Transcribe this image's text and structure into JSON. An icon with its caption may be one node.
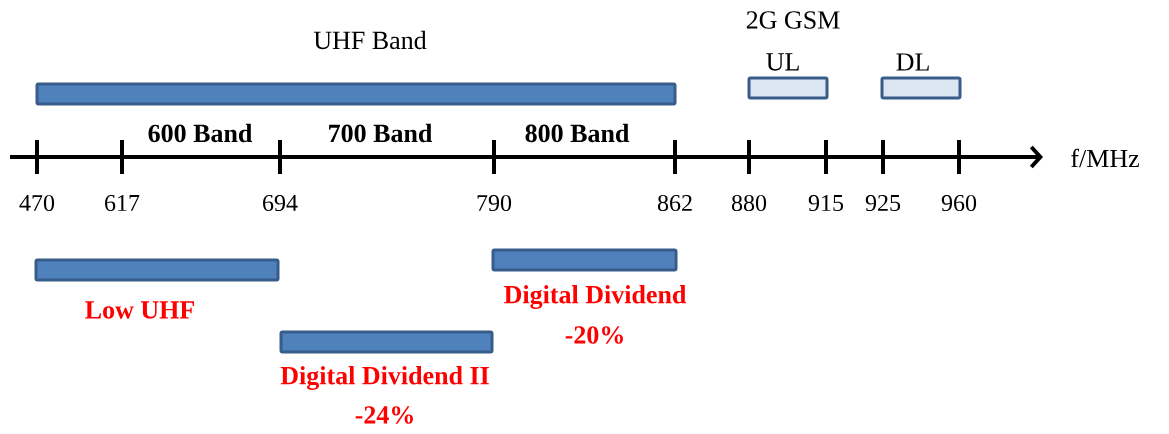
{
  "diagram": {
    "nodes": [
      {
        "text": [
          "UHF Band"
        ]
      },
      {
        "text": [
          "UL"
        ]
      },
      {
        "text": [
          "DL"
        ]
      },
      {
        "text": [
          "Low UHF"
        ]
      },
      {
        "text": [
          "Digital Dividend",
          "-20%"
        ]
      },
      {
        "text": [
          "Digital Dividend II",
          "-24%"
        ]
      }
    ],
    "labels": [
      "2G GSM",
      "600 Band",
      "700 Band",
      "800 Band",
      "f/MHz",
      "470",
      "617",
      "694",
      "790",
      "862",
      "880",
      "915",
      "925",
      "960"
    ]
  }
}
